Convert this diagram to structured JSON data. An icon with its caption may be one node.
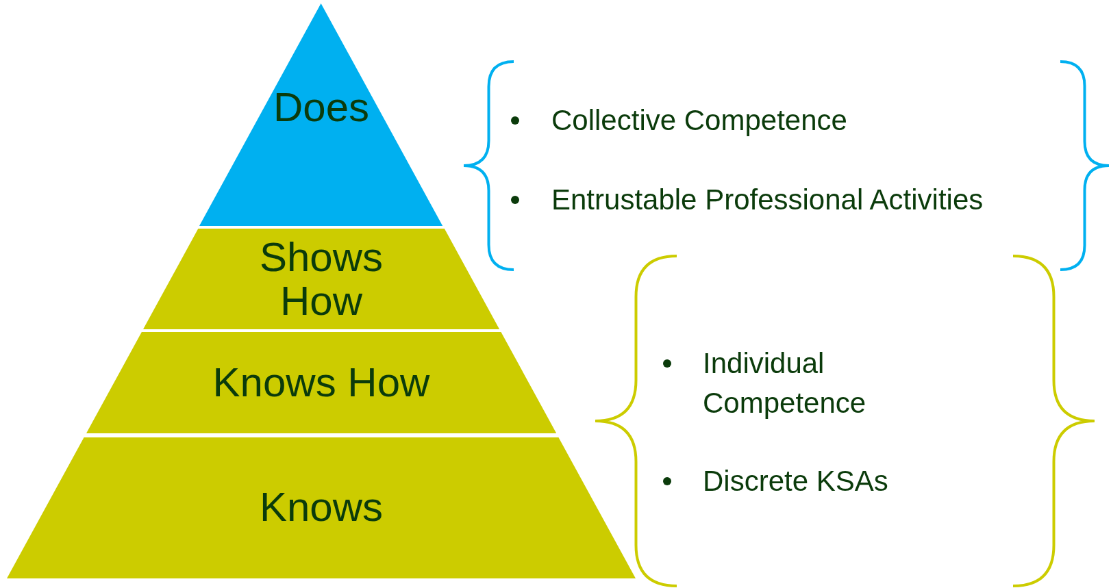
{
  "diagram": {
    "nodes": [
      {
        "text": [
          "Does"
        ]
      },
      {
        "text": [
          "Shows How"
        ]
      },
      {
        "text": [
          "Knows How"
        ]
      },
      {
        "text": [
          "Knows"
        ]
      }
    ],
    "labels": [
      "Collective Competence",
      "Entrustable Professional Activities",
      "Individual Competence",
      "Discrete KSAs"
    ]
  }
}
